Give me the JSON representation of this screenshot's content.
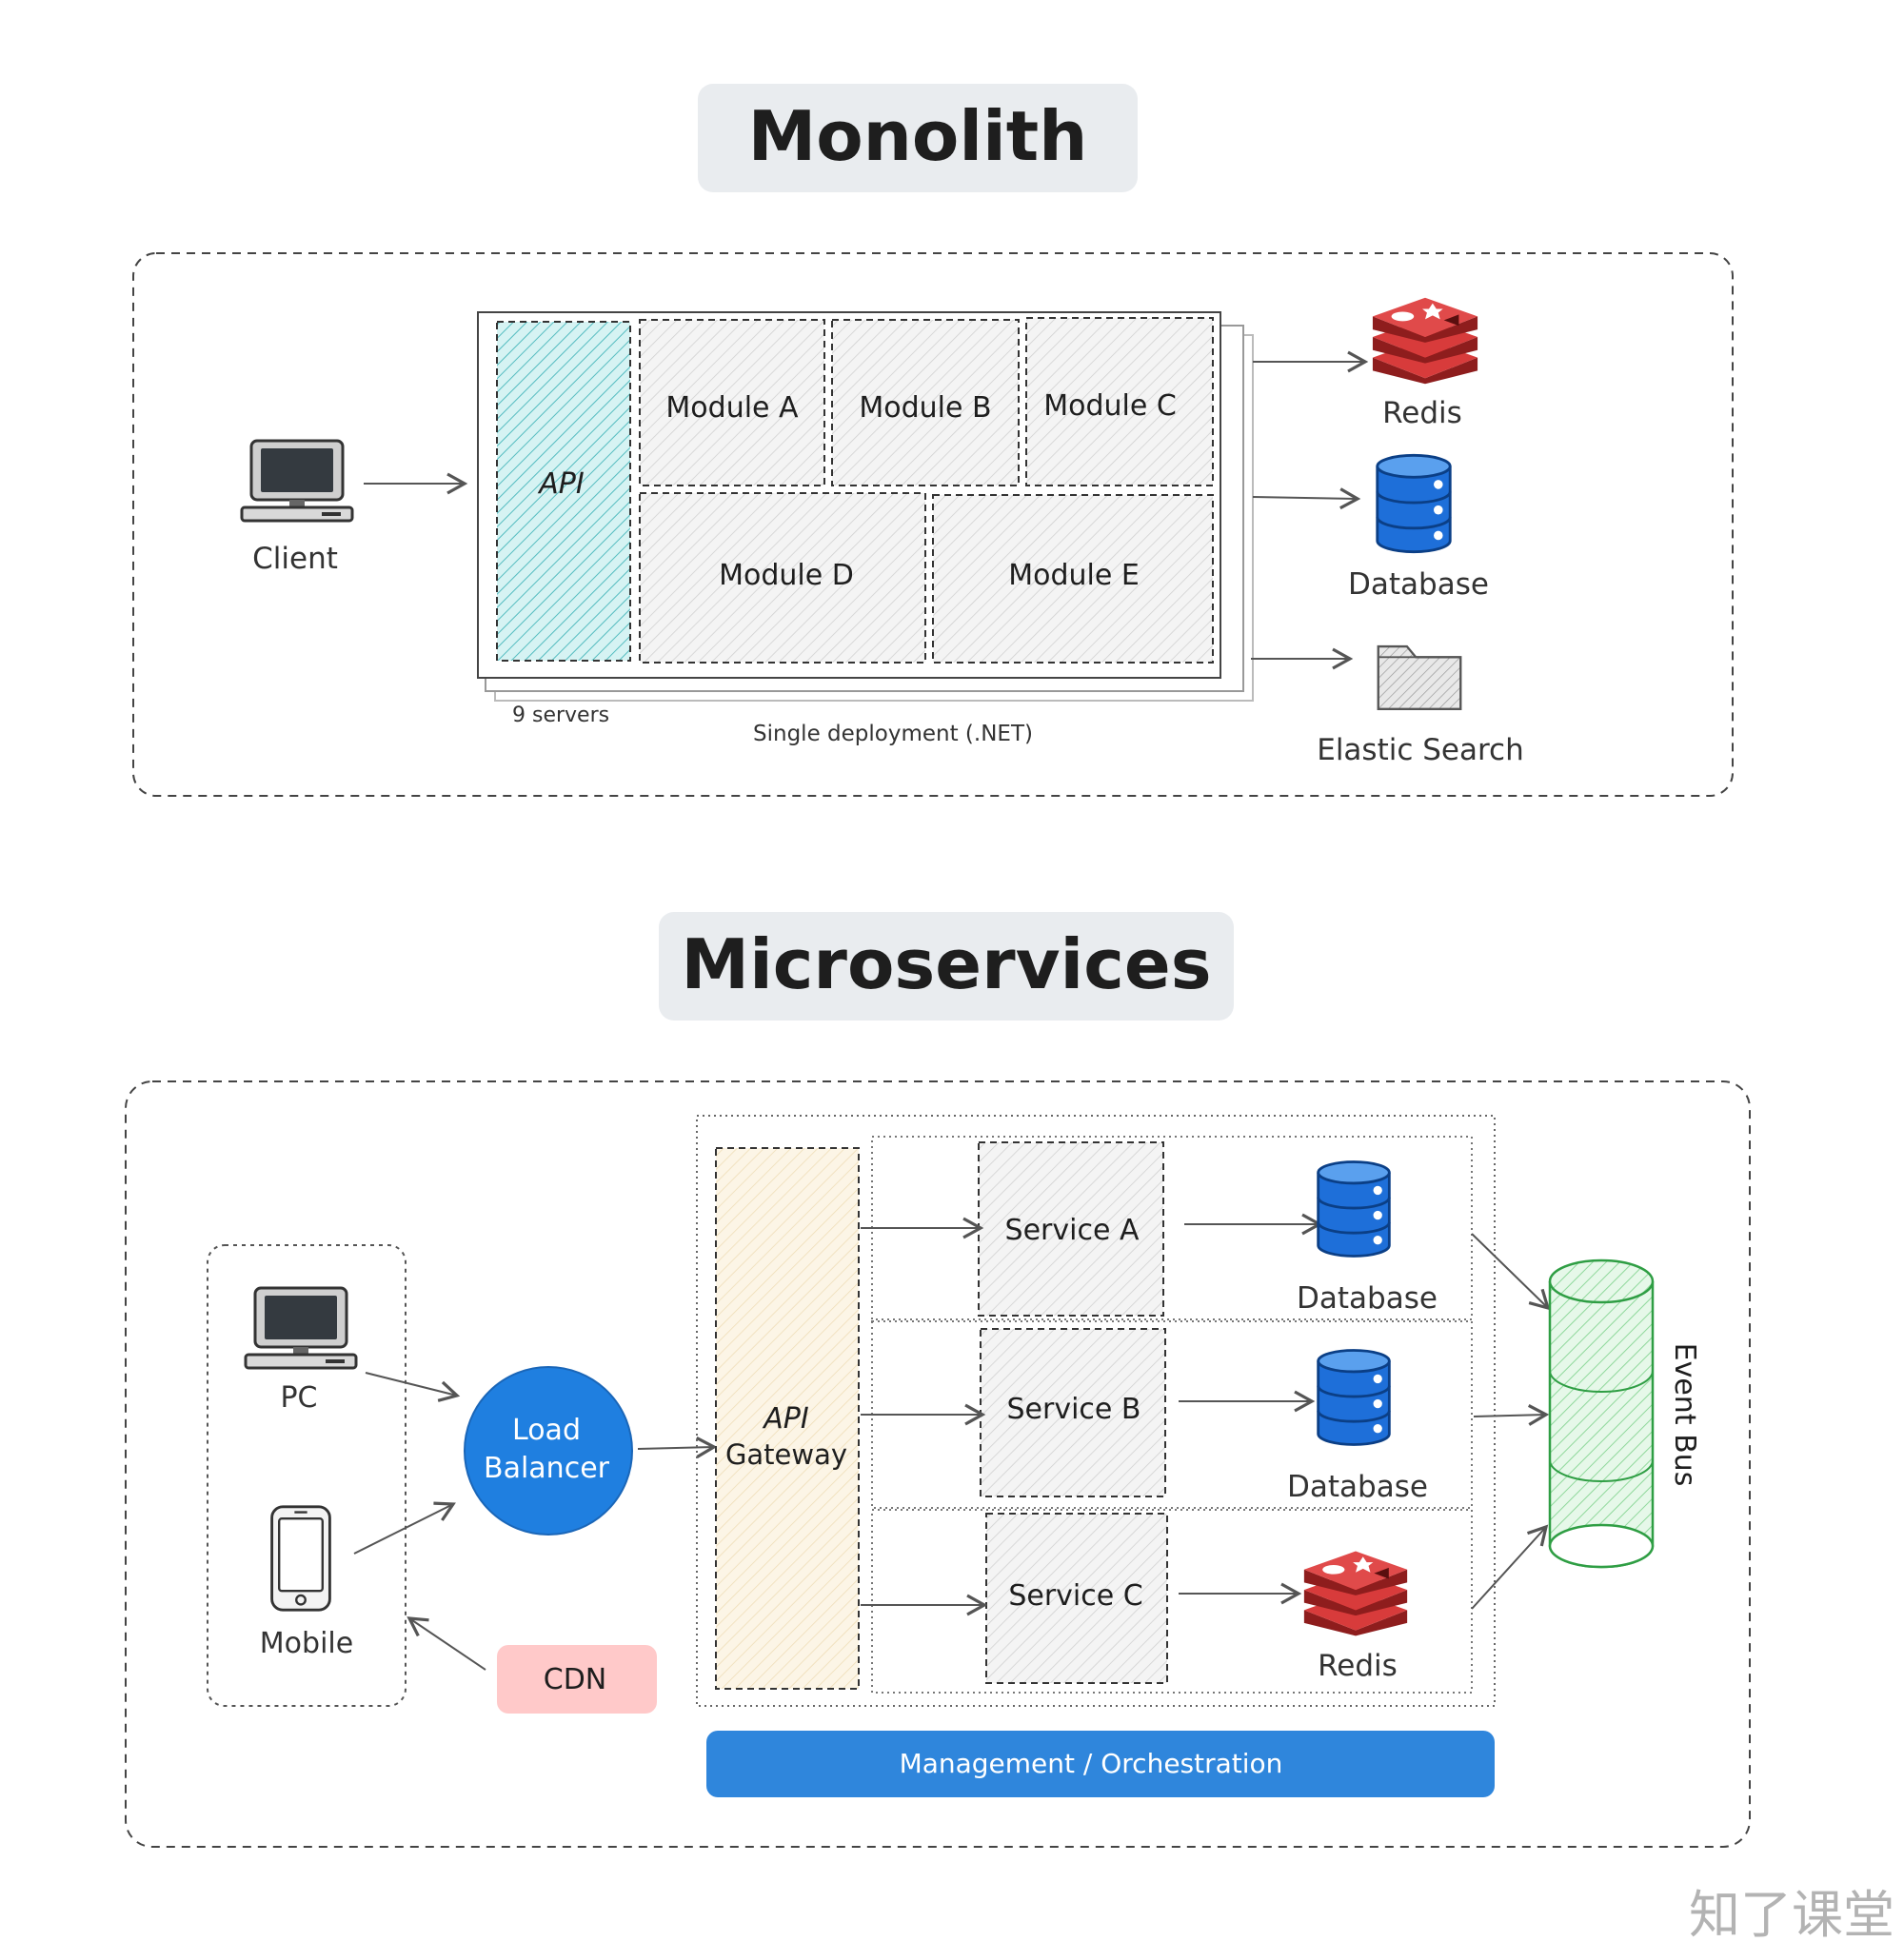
{
  "monolith": {
    "title": "Monolith",
    "client_label": "Client",
    "api_label": "API",
    "modules": [
      "Module A",
      "Module B",
      "Module C",
      "Module D",
      "Module E"
    ],
    "servers_note": "9 servers",
    "deployment_note": "Single deployment (.NET)",
    "stores": {
      "redis": "Redis",
      "database": "Database",
      "search": "Elastic Search"
    }
  },
  "microservices": {
    "title": "Microservices",
    "pc_label": "PC",
    "mobile_label": "Mobile",
    "lb_label_line1": "Load",
    "lb_label_line2": "Balancer",
    "cdn_label": "CDN",
    "gateway_line1": "API",
    "gateway_line2": "Gateway",
    "services": [
      "Service A",
      "Service B",
      "Service C"
    ],
    "stores": [
      "Database",
      "Database",
      "Redis"
    ],
    "event_bus_label": "Event Bus",
    "management_label": "Management / Orchestration"
  },
  "watermark": "知了课堂",
  "colors": {
    "title_bg": "#e9ecef",
    "api_fill": "#bfe9ea",
    "gateway_fill": "#faf0db",
    "module_fill": "#ebebeb",
    "lb_blue": "#1f7fe0",
    "mgmt_blue": "#2f86dc",
    "cdn_pink": "#ffc9c9",
    "eventbus_green": "#b2f2bb",
    "redis_red": "#cc2b2b",
    "db_blue": "#1e6fd9"
  },
  "icons": [
    "monitor-icon",
    "phone-icon",
    "redis-icon",
    "database-icon",
    "folder-icon"
  ]
}
